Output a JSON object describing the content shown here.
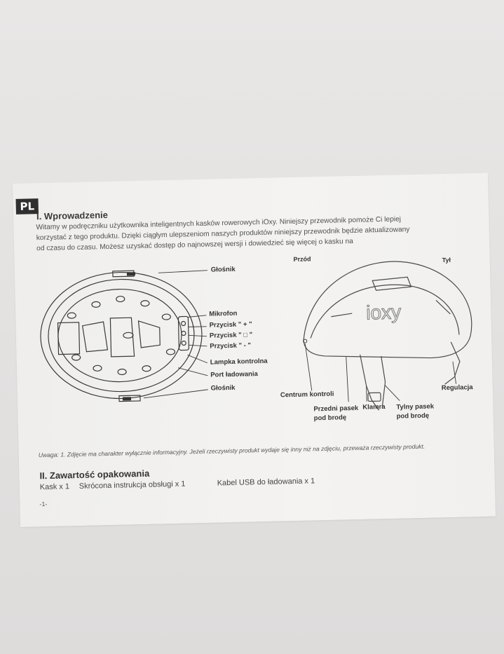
{
  "badge": "PL",
  "intro": {
    "heading": "I. Wprowadzenie",
    "line1": "Witamy w podręczniku użytkownika inteligentnych kasków rowerowych iOxy. Niniejszy przewodnik pomoże Ci lepiej",
    "line2": "korzystać z tego produktu. Dzięki ciągłym ulepszeniom naszych produktów niniejszy przewodnik będzie aktualizowany",
    "line3": "od czasu do czasu. Możesz uzyskać dostęp do najnowszej wersji i dowiedzieć się więcej o kasku na"
  },
  "diagram_left": {
    "speaker_top": "Głośnik",
    "microphone": "Mikrofon",
    "button_plus": "Przycisk  \" + \"",
    "button_square": "Przycisk  \" □ \"",
    "button_minus": "Przycisk  \" - \"",
    "indicator_lamp": "Lampka kontrolna",
    "charging_port": "Port ładowania",
    "speaker_bottom": "Głośnik"
  },
  "diagram_right": {
    "front": "Przód",
    "back": "Tył",
    "brand": "ioxy",
    "control_center": "Centrum kontroli",
    "regulation": "Regulacja",
    "front_strap": "Przedni pasek pod brodę",
    "buckle": "Klamra",
    "rear_strap": "Tylny pasek pod brodę"
  },
  "note": "Uwaga: 1. Zdjęcie ma charakter wyłącznie informacyjny. Jeżeli rzeczywisty produkt wydaje się inny niż na zdjęciu, przeważa rzeczywisty produkt.",
  "contents": {
    "heading": "II. Zawartość opakowania",
    "item1": "Kask x 1",
    "item2": "Skrócona instrukcja obsługi x 1",
    "item3": "Kabel USB do ładowania x 1"
  },
  "page_number": "-1-"
}
